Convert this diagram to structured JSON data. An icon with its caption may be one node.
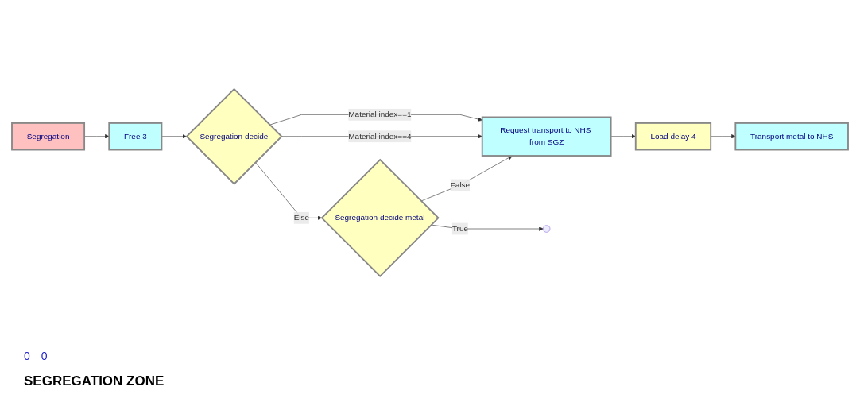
{
  "diagram": {
    "title": "SEGREGATION ZONE",
    "nodes": [
      {
        "text": [
          "Segregation"
        ]
      },
      {
        "text": [
          "Free 3"
        ]
      },
      {
        "text": [
          "Segregation decide"
        ]
      },
      {
        "text": [
          "Request transport to NHS from SGZ"
        ]
      },
      {
        "text": [
          "Load delay 4"
        ]
      },
      {
        "text": [
          "Transport metal to NHS"
        ]
      },
      {
        "text": [
          "Segregation decide metal"
        ]
      }
    ],
    "edges": [
      {
        "from": 0,
        "to": 1,
        "arrow": "to"
      },
      {
        "from": 1,
        "to": 2,
        "arrow": "to"
      },
      {
        "from": 2,
        "to": 3,
        "arrow": "to",
        "label": "Material index==1"
      },
      {
        "from": 2,
        "to": 3,
        "arrow": "to",
        "label": "Material index==4"
      },
      {
        "from": 2,
        "to": 6,
        "arrow": "to",
        "label": "Else"
      },
      {
        "from": 3,
        "to": 4,
        "arrow": "to"
      },
      {
        "from": 4,
        "to": 5,
        "arrow": "to"
      },
      {
        "from": 6,
        "to": null,
        "arrow": "to",
        "label": "True"
      },
      {
        "from": 6,
        "to": 3,
        "arrow": "to",
        "label": "False"
      }
    ],
    "labels": [
      "0",
      "0"
    ]
  }
}
